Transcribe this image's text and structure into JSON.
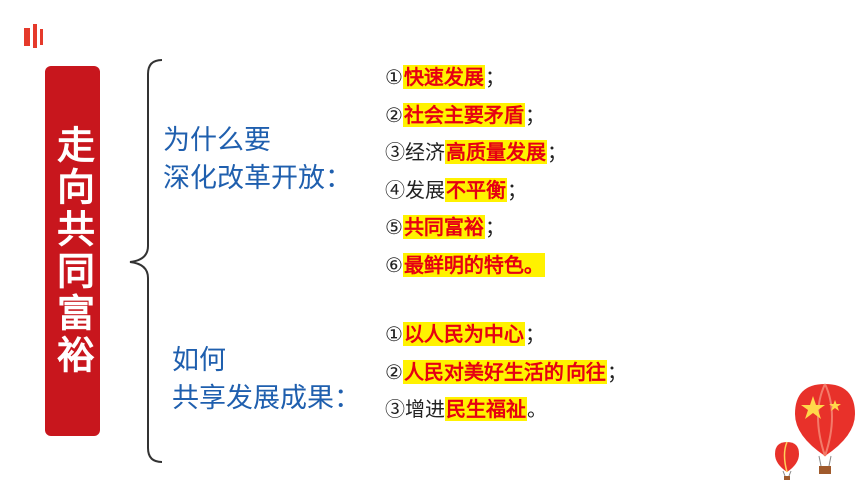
{
  "logo": {
    "icon": "red-bars-logo-icon",
    "color": "#e53a2b"
  },
  "title": {
    "text": "走向共同富裕",
    "bg_color": "#c8161d"
  },
  "section1": {
    "question_line1": "为什么要",
    "question_line2": "深化改革开放：",
    "items": [
      {
        "num": "①",
        "pre": "",
        "hl": "快速发展",
        "mid": "",
        "hl2": "",
        "post": "；"
      },
      {
        "num": "②",
        "pre": "",
        "hl": "社会主要矛盾",
        "mid": "",
        "hl2": "",
        "post": "；"
      },
      {
        "num": "③",
        "pre": "经济",
        "hl": "高质量发展",
        "mid": "",
        "hl2": "",
        "post": "；"
      },
      {
        "num": "④",
        "pre": "发展",
        "hl": "不平衡",
        "mid": "",
        "hl2": "",
        "post": "；"
      },
      {
        "num": "⑤",
        "pre": "",
        "hl": "共同富裕",
        "mid": "",
        "hl2": "",
        "post": "；"
      },
      {
        "num": "⑥",
        "pre": "",
        "hl": "最鲜明的特色。",
        "mid": "",
        "hl2": "",
        "post": ""
      }
    ]
  },
  "section2": {
    "question_line1": "如何",
    "question_line2": "共享发展成果：",
    "items": [
      {
        "num": "①",
        "pre": "",
        "hl": "以人民为中心",
        "mid": "",
        "hl2": "",
        "post": "；"
      },
      {
        "num": "②",
        "pre": "",
        "hl": "人民对美好生活的",
        "mid": "",
        "hl2": "向往",
        "post": "；"
      },
      {
        "num": "③",
        "pre": "增进",
        "hl": "民生福祉",
        "mid": "",
        "hl2": "",
        "post": "。"
      }
    ]
  },
  "colors": {
    "question": "#1f5fae",
    "highlight_bg": "#fff200",
    "highlight_text": "#e60012"
  },
  "decoration": {
    "icon": "hot-air-balloon-icon"
  }
}
